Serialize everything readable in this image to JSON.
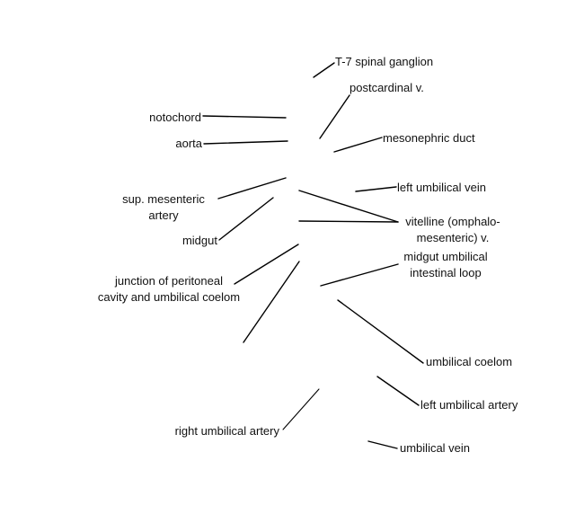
{
  "labels": {
    "t7_spinal_ganglion": "T-7 spinal ganglion",
    "postcardinal_v": "postcardinal v.",
    "notochord": "notochord",
    "mesonephric_duct": "mesonephric duct",
    "aorta": "aorta",
    "left_umbilical_vein": "left umbilical vein",
    "sup_mesenteric_artery_line1": "sup. mesenteric",
    "sup_mesenteric_artery_line2": "artery",
    "vitelline_line1": "vitelline (omphalo-",
    "vitelline_line2": "mesenteric) v.",
    "midgut": "midgut",
    "midgut_umbilical_loop_line1": "midgut umbilical",
    "midgut_umbilical_loop_line2": "intestinal loop",
    "junction_line1": "junction of peritoneal",
    "junction_line2": "cavity and umbilical coelom",
    "umbilical_coelom": "umbilical coelom",
    "left_umbilical_artery": "left umbilical artery",
    "right_umbilical_artery": "right umbilical artery",
    "umbilical_vein": "umbilical vein"
  },
  "colors": {
    "leader_line": "#000000",
    "text": "#111111",
    "background": "#ffffff"
  }
}
